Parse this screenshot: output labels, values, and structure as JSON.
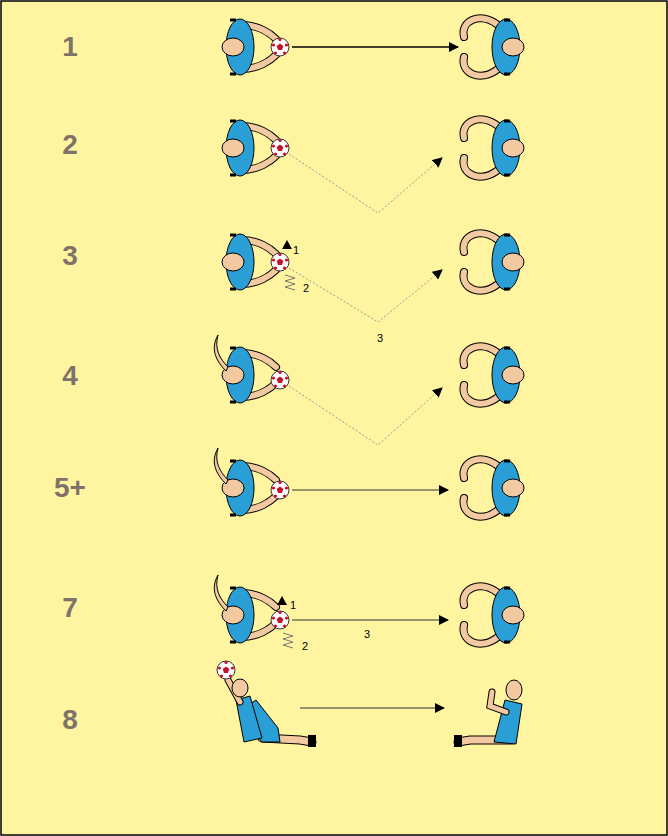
{
  "diagram": {
    "labels": [
      "1",
      "2",
      "3",
      "1",
      "2",
      "3",
      "4",
      "5+",
      "7",
      "1",
      "2",
      "3",
      "8"
    ]
  }
}
